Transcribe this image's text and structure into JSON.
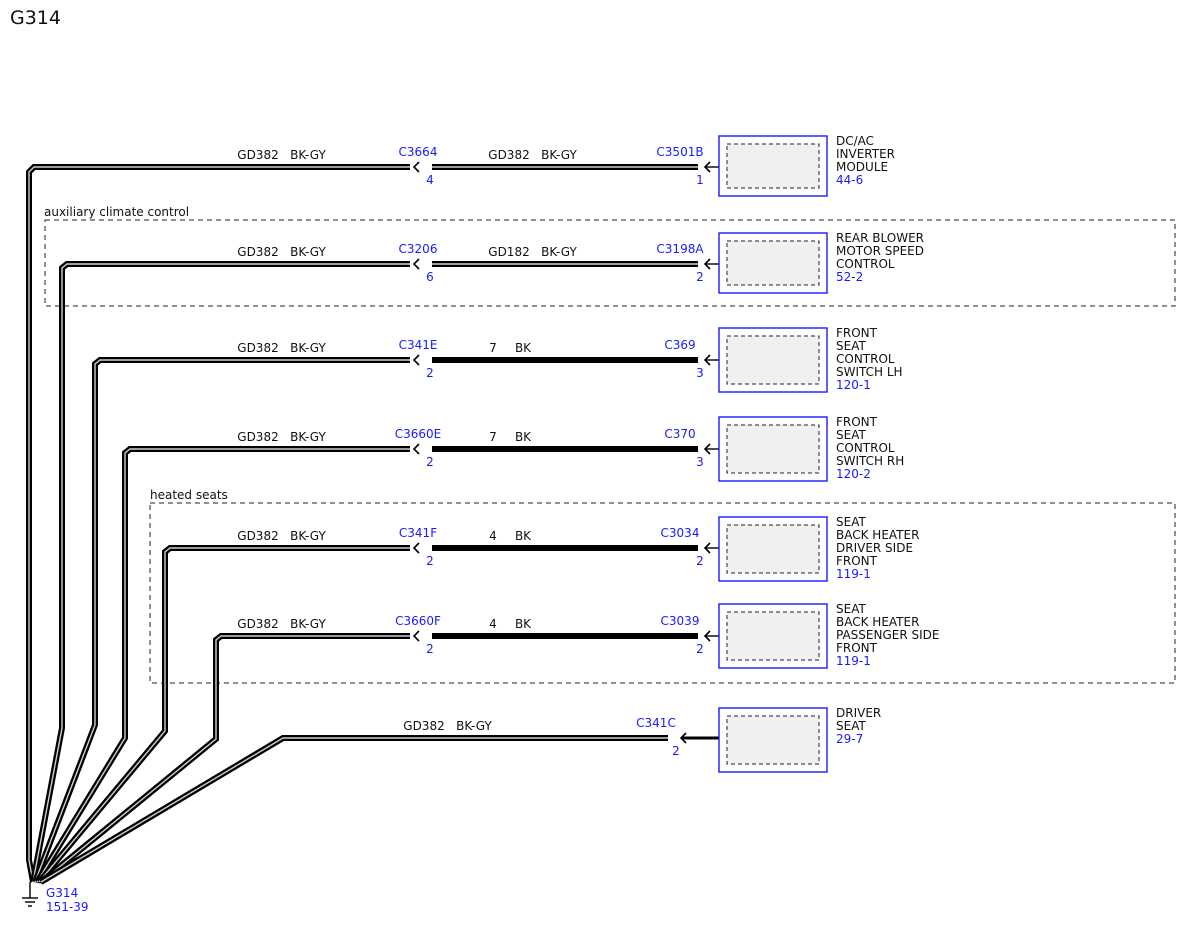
{
  "title": "G314",
  "ground": {
    "label": "G314",
    "ref": "151-39"
  },
  "groups": [
    {
      "label": "auxiliary climate control"
    },
    {
      "label": "heated seats"
    }
  ],
  "circuits": [
    {
      "left_wire": {
        "circuit": "GD382",
        "color": "BK-GY"
      },
      "inline_connector": {
        "name": "C3664",
        "pin": "4"
      },
      "right_wire": {
        "circuit": "GD382",
        "color": "BK-GY"
      },
      "component_connector": {
        "name": "C3501B",
        "pin": "1"
      },
      "component": {
        "lines": [
          "DC/AC",
          "INVERTER",
          "MODULE"
        ],
        "ref": "44-6"
      }
    },
    {
      "left_wire": {
        "circuit": "GD382",
        "color": "BK-GY"
      },
      "inline_connector": {
        "name": "C3206",
        "pin": "6"
      },
      "right_wire": {
        "circuit": "GD182",
        "color": "BK-GY"
      },
      "component_connector": {
        "name": "C3198A",
        "pin": "2"
      },
      "component": {
        "lines": [
          "REAR BLOWER",
          "MOTOR SPEED",
          "CONTROL"
        ],
        "ref": "52-2"
      }
    },
    {
      "left_wire": {
        "circuit": "GD382",
        "color": "BK-GY"
      },
      "inline_connector": {
        "name": "C341E",
        "pin": "2"
      },
      "right_wire": {
        "circuit": "7",
        "color": "BK"
      },
      "component_connector": {
        "name": "C369",
        "pin": "3"
      },
      "component": {
        "lines": [
          "FRONT",
          "SEAT",
          "CONTROL",
          "SWITCH LH"
        ],
        "ref": "120-1"
      }
    },
    {
      "left_wire": {
        "circuit": "GD382",
        "color": "BK-GY"
      },
      "inline_connector": {
        "name": "C3660E",
        "pin": "2"
      },
      "right_wire": {
        "circuit": "7",
        "color": "BK"
      },
      "component_connector": {
        "name": "C370",
        "pin": "3"
      },
      "component": {
        "lines": [
          "FRONT",
          "SEAT",
          "CONTROL",
          "SWITCH RH"
        ],
        "ref": "120-2"
      }
    },
    {
      "left_wire": {
        "circuit": "GD382",
        "color": "BK-GY"
      },
      "inline_connector": {
        "name": "C341F",
        "pin": "2"
      },
      "right_wire": {
        "circuit": "4",
        "color": "BK"
      },
      "component_connector": {
        "name": "C3034",
        "pin": "2"
      },
      "component": {
        "lines": [
          "SEAT",
          "BACK HEATER",
          "DRIVER SIDE",
          "FRONT"
        ],
        "ref": "119-1"
      }
    },
    {
      "left_wire": {
        "circuit": "GD382",
        "color": "BK-GY"
      },
      "inline_connector": {
        "name": "C3660F",
        "pin": "2"
      },
      "right_wire": {
        "circuit": "4",
        "color": "BK"
      },
      "component_connector": {
        "name": "C3039",
        "pin": "2"
      },
      "component": {
        "lines": [
          "SEAT",
          "BACK HEATER",
          "PASSENGER SIDE",
          "FRONT"
        ],
        "ref": "119-1"
      }
    },
    {
      "left_wire": {
        "circuit": "GD382",
        "color": "BK-GY"
      },
      "component_connector": {
        "name": "C341C",
        "pin": "2"
      },
      "component": {
        "lines": [
          "DRIVER",
          "SEAT"
        ],
        "ref": "29-7"
      }
    }
  ],
  "colors": {
    "wire": "#000000",
    "wire_stripe": "#cfcfcf",
    "reference_text": "#1a1aff",
    "component_border": "#1a1aff",
    "component_fill": "#f0f0f0"
  }
}
